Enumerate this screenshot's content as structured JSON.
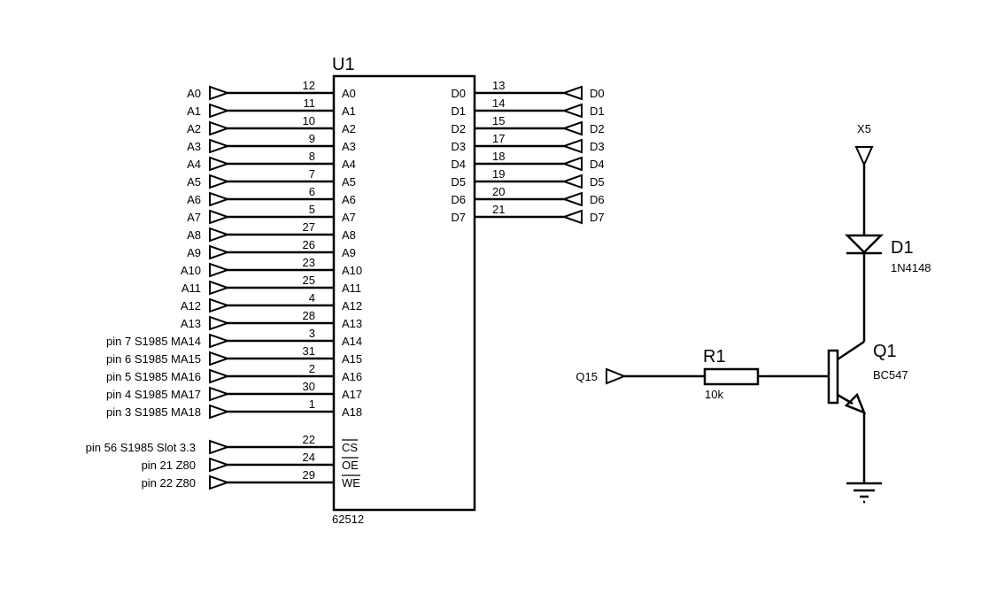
{
  "u1": {
    "ref": "U1",
    "part": "62512",
    "left_pins": [
      {
        "net": "A0",
        "pin": "12",
        "name": "A0"
      },
      {
        "net": "A1",
        "pin": "11",
        "name": "A1"
      },
      {
        "net": "A2",
        "pin": "10",
        "name": "A2"
      },
      {
        "net": "A3",
        "pin": "9",
        "name": "A3"
      },
      {
        "net": "A4",
        "pin": "8",
        "name": "A4"
      },
      {
        "net": "A5",
        "pin": "7",
        "name": "A5"
      },
      {
        "net": "A6",
        "pin": "6",
        "name": "A6"
      },
      {
        "net": "A7",
        "pin": "5",
        "name": "A7"
      },
      {
        "net": "A8",
        "pin": "27",
        "name": "A8"
      },
      {
        "net": "A9",
        "pin": "26",
        "name": "A9"
      },
      {
        "net": "A10",
        "pin": "23",
        "name": "A10"
      },
      {
        "net": "A11",
        "pin": "25",
        "name": "A11"
      },
      {
        "net": "A12",
        "pin": "4",
        "name": "A12"
      },
      {
        "net": "A13",
        "pin": "28",
        "name": "A13"
      },
      {
        "net": "pin 7 S1985 MA14",
        "pin": "3",
        "name": "A14"
      },
      {
        "net": "pin 6 S1985 MA15",
        "pin": "31",
        "name": "A15"
      },
      {
        "net": "pin 5 S1985 MA16",
        "pin": "2",
        "name": "A16"
      },
      {
        "net": "pin 4 S1985 MA17",
        "pin": "30",
        "name": "A17"
      },
      {
        "net": "pin 3 S1985 MA18",
        "pin": "1",
        "name": "A18"
      }
    ],
    "control_pins": [
      {
        "net": "pin 56 S1985 Slot 3.3",
        "pin": "22",
        "name": "CS",
        "active_low": true
      },
      {
        "net": "pin 21 Z80",
        "pin": "24",
        "name": "OE",
        "active_low": true
      },
      {
        "net": "pin 22 Z80",
        "pin": "29",
        "name": "WE",
        "active_low": true
      }
    ],
    "right_pins": [
      {
        "net": "D0",
        "pin": "13",
        "name": "D0"
      },
      {
        "net": "D1",
        "pin": "14",
        "name": "D1"
      },
      {
        "net": "D2",
        "pin": "15",
        "name": "D2"
      },
      {
        "net": "D3",
        "pin": "17",
        "name": "D3"
      },
      {
        "net": "D4",
        "pin": "18",
        "name": "D4"
      },
      {
        "net": "D5",
        "pin": "19",
        "name": "D5"
      },
      {
        "net": "D6",
        "pin": "20",
        "name": "D6"
      },
      {
        "net": "D7",
        "pin": "21",
        "name": "D7"
      }
    ]
  },
  "x5": {
    "net": "X5"
  },
  "d1": {
    "ref": "D1",
    "value": "1N4148"
  },
  "q1": {
    "ref": "Q1",
    "value": "BC547"
  },
  "r1": {
    "ref": "R1",
    "value": "10k"
  },
  "q15": {
    "net": "Q15"
  },
  "colors": {
    "line": "#000000",
    "background": "#ffffff"
  }
}
